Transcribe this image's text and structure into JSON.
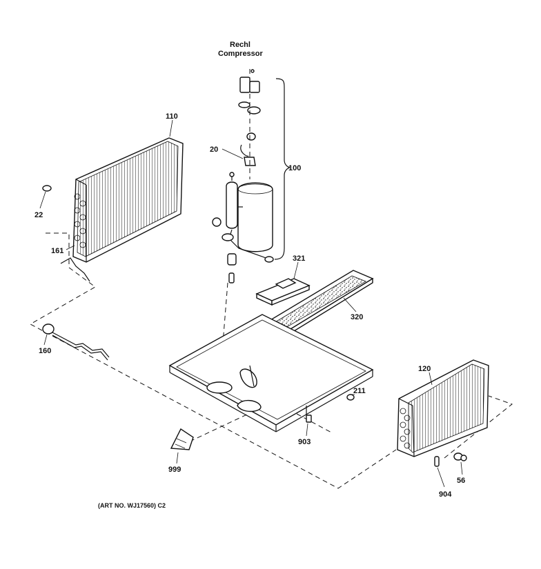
{
  "header": {
    "line1": "Rechl",
    "line2": "Compressor"
  },
  "callouts": {
    "c110": "110",
    "c22": "22",
    "c161": "161",
    "c160": "160",
    "c20": "20",
    "c100": "100",
    "c321": "321",
    "c320": "320",
    "c211": "211",
    "c903": "903",
    "c999": "999",
    "c120": "120",
    "c56": "56",
    "c904": "904"
  },
  "caption": "(ART NO. WJ17560) C2"
}
